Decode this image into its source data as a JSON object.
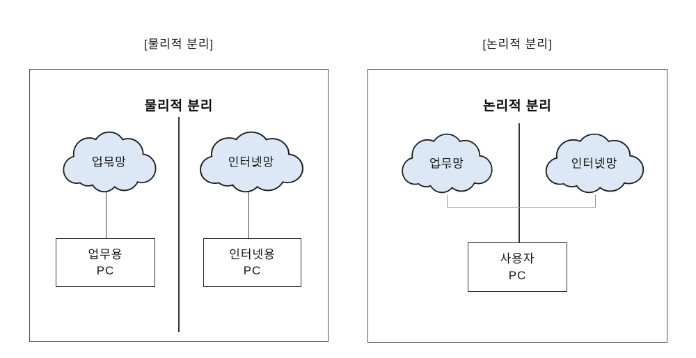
{
  "colors": {
    "cloud_fill": "#dce8f6",
    "cloud_stroke": "#1f1f1f",
    "panel_border": "#4d4d4d",
    "pc_border": "#2e2e2e",
    "connector_dark": "#333333",
    "connector_gray": "#9a9a9a",
    "text": "#161616"
  },
  "left_panel": {
    "caption": "[물리적 분리]",
    "title": "물리적 분리",
    "clouds": [
      {
        "label": "업무망"
      },
      {
        "label": "인터넷망"
      }
    ],
    "pc_boxes": [
      {
        "line1": "업무용",
        "line2": "PC"
      },
      {
        "line1": "인터넷용",
        "line2": "PC"
      }
    ]
  },
  "right_panel": {
    "caption": "[논리적 분리]",
    "title": "논리적 분리",
    "clouds": [
      {
        "label": "업무망"
      },
      {
        "label": "인터넷망"
      }
    ],
    "pc_boxes": [
      {
        "line1": "사용자",
        "line2": "PC"
      }
    ]
  }
}
